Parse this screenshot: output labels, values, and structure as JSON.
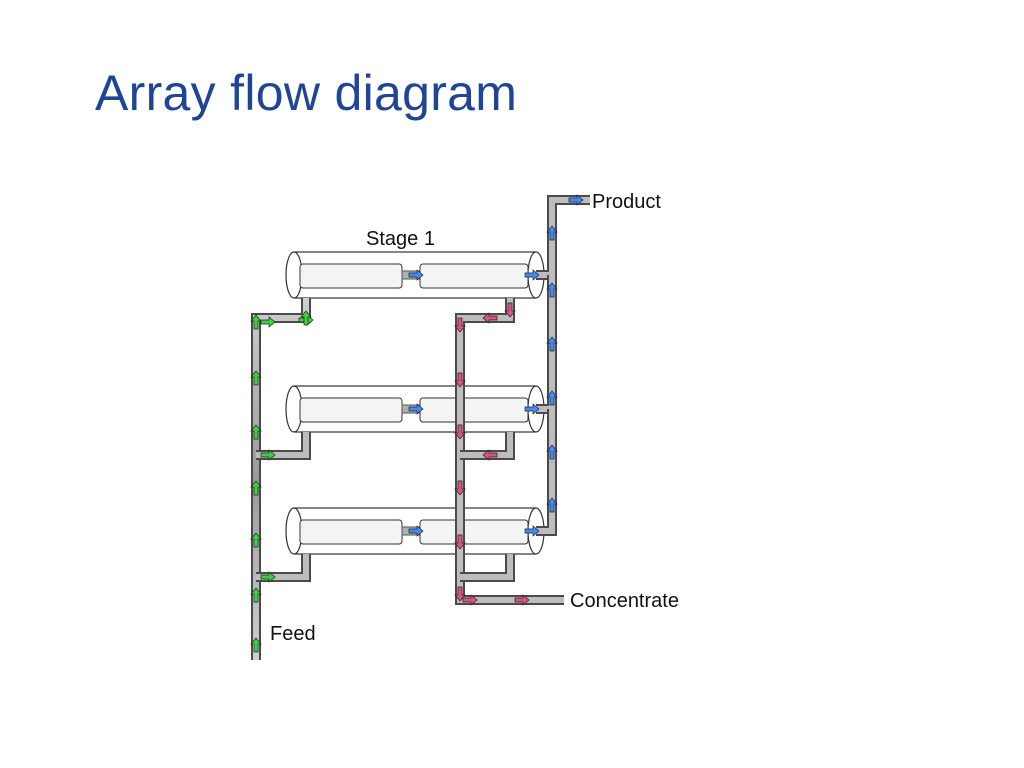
{
  "slide": {
    "title": "Array flow diagram"
  },
  "diagram": {
    "stage_label": "Stage 1",
    "product_label": "Product",
    "concentrate_label": "Concentrate",
    "feed_label": "Feed",
    "vessel_count": 3,
    "colors": {
      "feed_arrow": "#3fd13f",
      "permeate_arrow": "#3f8cff",
      "concentrate_arrow": "#e0508a",
      "pipe": "#555555",
      "title": "#1f4596"
    }
  }
}
